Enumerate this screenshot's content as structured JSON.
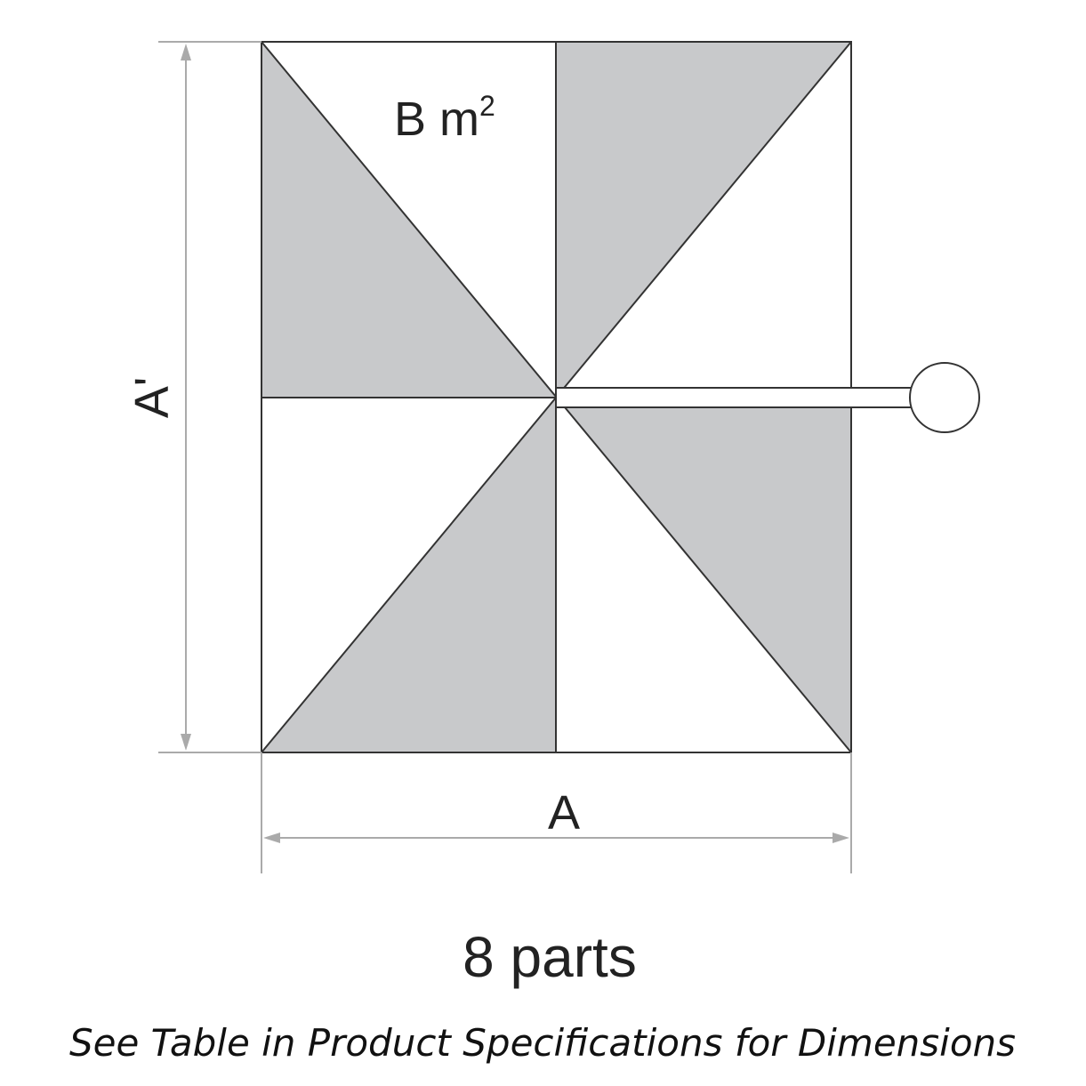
{
  "diagram": {
    "area_label": "B m",
    "area_exponent": "2",
    "height_label": "A'",
    "width_label": "A",
    "parts_label": "8 parts",
    "caption": "See Table in Product Specifications for Dimensions",
    "colors": {
      "panel_gray": "#c8c9cb",
      "outline": "#333333",
      "dimension": "#aaaaaa"
    }
  }
}
